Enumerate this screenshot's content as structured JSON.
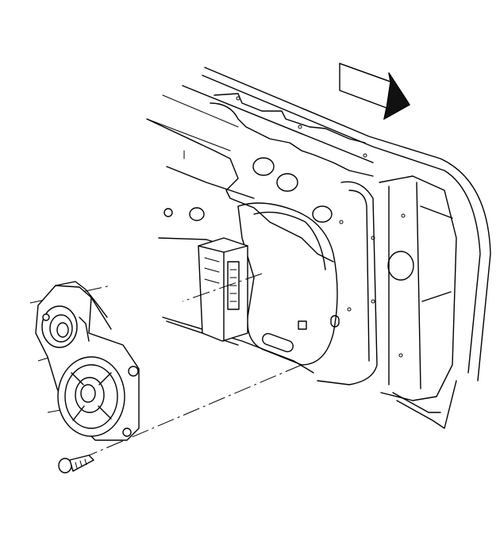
{
  "figure": {
    "kind": "exploded-view-illustration",
    "colors": {
      "line": "#000000",
      "background": "#ffffff"
    },
    "parts": [
      {
        "id": "door-inner-panel",
        "icon": "door-panel-shape"
      },
      {
        "id": "door-control-module",
        "icon": "module-box-shape"
      },
      {
        "id": "front-speaker-assembly",
        "icon": "speaker-shape"
      },
      {
        "id": "speaker-screw",
        "icon": "screw-shape"
      },
      {
        "id": "front-direction-arrow",
        "icon": "arrow-shape"
      }
    ]
  }
}
